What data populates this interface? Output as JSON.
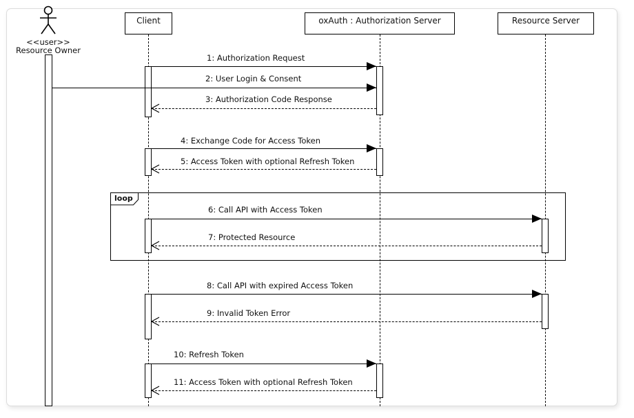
{
  "actor": {
    "stereotype": "<<user>>",
    "name": "Resource Owner"
  },
  "participants": [
    {
      "name": "Client"
    },
    {
      "name": "oxAuth : Authorization Server"
    },
    {
      "name": "Resource Server"
    }
  ],
  "fragment": {
    "operator": "loop"
  },
  "messages": [
    {
      "label": "1: Authorization Request",
      "from": "Client",
      "to": "oxAuth : Authorization Server",
      "style": "solid"
    },
    {
      "label": "2: User Login & Consent",
      "from": "Resource Owner",
      "to": "oxAuth : Authorization Server",
      "style": "solid"
    },
    {
      "label": "3: Authorization Code Response",
      "from": "oxAuth : Authorization Server",
      "to": "Client",
      "style": "dashed-return"
    },
    {
      "label": "4: Exchange Code for Access Token",
      "from": "Client",
      "to": "oxAuth : Authorization Server",
      "style": "solid"
    },
    {
      "label": "5: Access Token with optional Refresh Token",
      "from": "oxAuth : Authorization Server",
      "to": "Client",
      "style": "dashed-return"
    },
    {
      "label": "6: Call API with Access Token",
      "from": "Client",
      "to": "Resource Server",
      "style": "solid"
    },
    {
      "label": "7: Protected Resource",
      "from": "Resource Server",
      "to": "Client",
      "style": "dashed-return"
    },
    {
      "label": "8: Call API with expired Access Token",
      "from": "Client",
      "to": "Resource Server",
      "style": "solid"
    },
    {
      "label": "9: Invalid Token Error",
      "from": "Resource Server",
      "to": "Client",
      "style": "dashed-return"
    },
    {
      "label": "10: Refresh Token",
      "from": "Client",
      "to": "oxAuth : Authorization Server",
      "style": "solid"
    },
    {
      "label": "11: Access Token with optional Refresh Token",
      "from": "oxAuth : Authorization Server",
      "to": "Client",
      "style": "dashed-return"
    }
  ],
  "colors": {
    "line": "#000000",
    "background": "#ffffff",
    "card_border": "#dcdcdc"
  }
}
